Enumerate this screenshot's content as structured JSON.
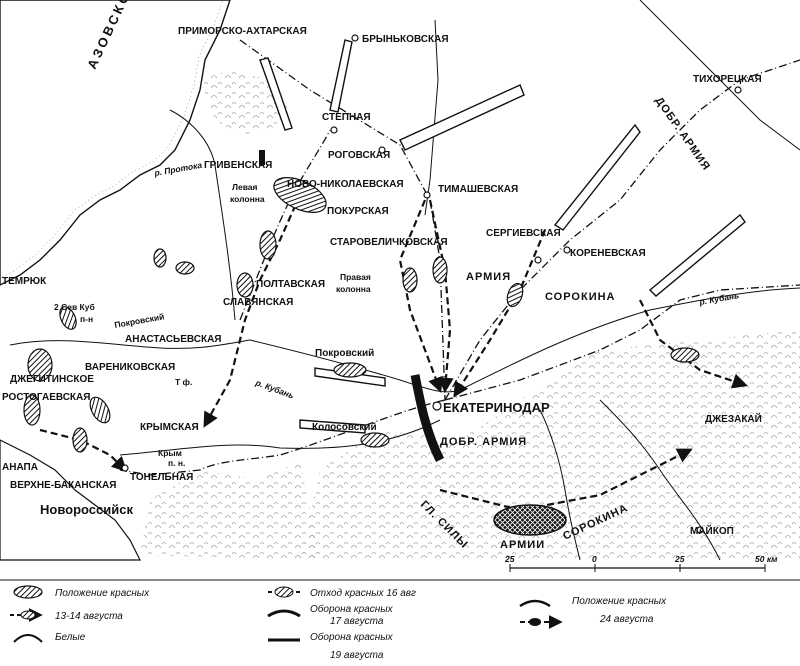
{
  "map": {
    "sea": "АЗОВСКОЕ МОРЕ",
    "places": {
      "primorsko": "ПРИМОРСКО-АХТАРСКАЯ",
      "brynkovskaya": "БРЫНЬКОВСКАЯ",
      "tikhoretskaya": "ТИХОРЕЦКАЯ",
      "stepnaya": "СТЕПНАЯ",
      "rogovskaya": "РОГОВСКАЯ",
      "grivenskaya": "ГРИВЕНСКАЯ",
      "novonikolaevskaya": "НОВО-НИКОЛАЕВСКАЯ",
      "timashevskaya": "ТИМАШЕВСКАЯ",
      "pokurskaya": "ПОКУРСКАЯ",
      "starovelichkovskaya": "СТАРОВЕЛИЧКОВСКАЯ",
      "sergievskaya": "СЕРГИЕВСКАЯ",
      "korenevskaya": "КОРЕНЕВСКАЯ",
      "poltavskaya": "ПОЛТАВСКАЯ",
      "slavyanskaya": "СЛАВЯНСКАЯ",
      "temryuk": "ТЕМРЮК",
      "anastasievskaya": "АНАСТАСЬЕВСКАЯ",
      "dzhiginskaya": "ДЖЕГИТИНСКОЕ",
      "varenikovskaya": "ВАРЕНИКОВСКАЯ",
      "rostogaevskaya": "РОСТОГАЕВСКАЯ",
      "krymskaya": "КРЫМСКАЯ",
      "ekaterinodar": "ЕКАТЕРИНОДАР",
      "dzhezakay": "ДЖЕЗАКАЙ",
      "anapa": "АНАПА",
      "verkhnebakanskaya": "ВЕРХНЕ-БАКАНСКАЯ",
      "tonelnaya": "ТОНЕЛЬНАЯ",
      "novorossiysk": "Новороссийск",
      "maykop": "МАЙКОП",
      "krym_st": "Крым",
      "krym_pn": "п. н.",
      "tf": "Т ф."
    },
    "labels": {
      "levaya": "Левая",
      "levaya2": "колонна",
      "pravaya": "Правая",
      "pravaya2": "колонна",
      "armiya": "АРМИЯ",
      "sorokina": "СОРОКИНА",
      "dobr_armiya_top": "ДОБР. АРМИЯ",
      "dobr_armiya_mid": "ДОБР. АРМИЯ",
      "gl_sily": "ГЛ. СИЛЫ",
      "armii": "АРМИИ",
      "sorokina_bottom": "СОРОКИНА",
      "pokrovsky1": "Покровский",
      "pokrovsky2": "Покровский",
      "kolosovsky": "Колосовский",
      "protoka": "р. Протока",
      "kuban": "р. Кубань",
      "kuban2": "р. Кубань",
      "kuban_small": "2 Сев Куб",
      "kuban_small2": "п-н"
    },
    "scale": {
      "ticks": [
        "25",
        "0",
        "25",
        "50 км"
      ]
    },
    "legend": {
      "red_positions": "Положение красных",
      "aug_13_14": "13-14 августа",
      "whites": "Белые",
      "red_retreat": "Отход красных 16 авг",
      "red_defense_17": "Оборона красных",
      "red_defense_17b": "17 августа",
      "red_defense_19": "Оборона красных",
      "red_defense_19b": "19 августа",
      "red_positions_24": "Положение красных",
      "red_positions_24b": "24 августа"
    }
  }
}
